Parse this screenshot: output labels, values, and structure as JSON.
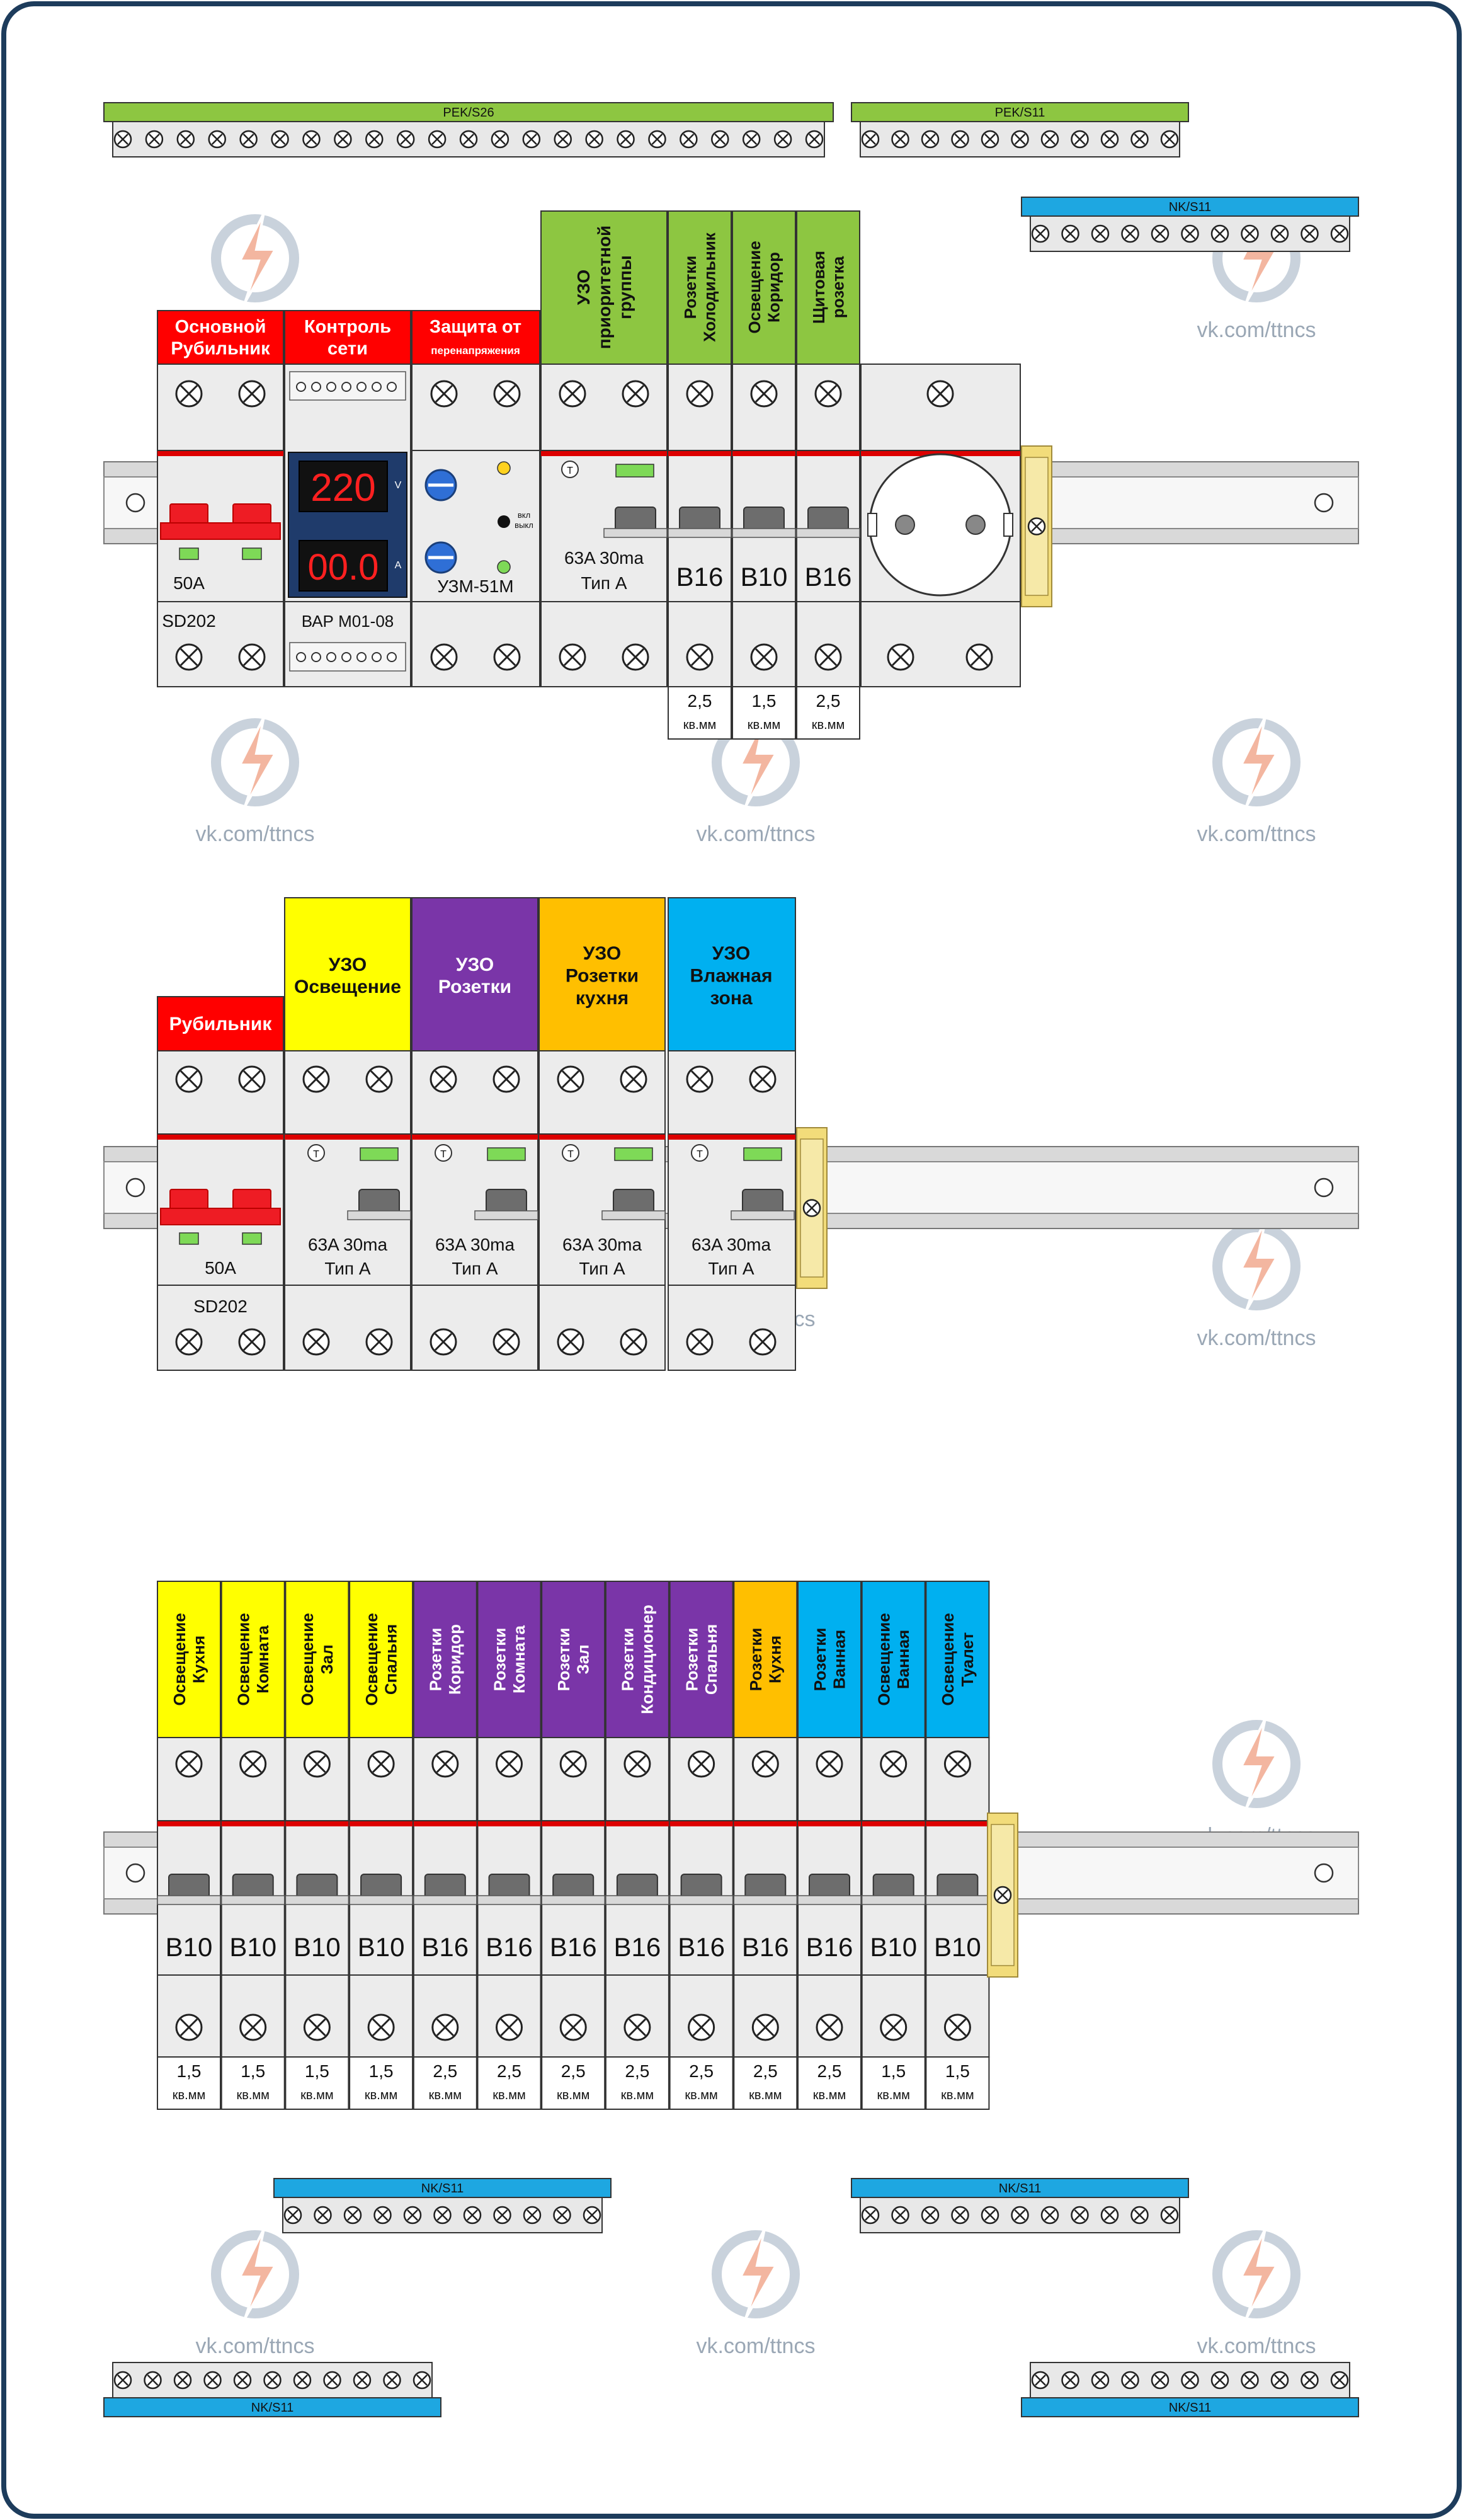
{
  "colors": {
    "pe_bus": "#8dc641",
    "n_bus": "#1ea7e1",
    "red_label": "#ff0000",
    "yellow_label": "#ffff00",
    "purple_label": "#7a35a8",
    "orange_label": "#ffbf00",
    "blue_label": "#00b0f0",
    "green_label": "#8dc641",
    "frame": "#1d3c5c",
    "module_grey": "#ececec",
    "meter_blue": "#1f3b6b",
    "meter_red": "#ff2020",
    "din_rail": "#d9d9d9",
    "end_stop": "#f2dc7a"
  },
  "watermark": {
    "text": "vk.com/ttncs",
    "icon": "lightning-logo-icon"
  },
  "buses": {
    "pe_large": "PEK/S26",
    "pe_small": "PEK/S11",
    "n_label": "NK/S11"
  },
  "panel1": {
    "labels": {
      "main_switch": [
        "Основной",
        "Рубильник"
      ],
      "meter": [
        "Контроль",
        "сети"
      ],
      "protection": [
        "Защита от",
        "перенапряжения"
      ],
      "rcd": [
        "УЗО",
        "приоритетной",
        "группы"
      ],
      "fridge": [
        "Розетки",
        "Холодильник"
      ],
      "corridor": [
        "Освещение",
        "Коридор"
      ],
      "socket": [
        "Щитовая",
        "розетка"
      ]
    },
    "main_switch": {
      "rating": "50A",
      "model": "SD202"
    },
    "meter": {
      "voltage": "220",
      "current": "00.0",
      "unit_v": "V",
      "unit_a": "A",
      "model": "ВАР М01-08"
    },
    "relay": {
      "model": "УЗМ-51М",
      "on": "вкл",
      "off": "выкл"
    },
    "rcd": {
      "test": "T",
      "rating": "63A 30ma",
      "type": "Тип А"
    },
    "breakers": [
      "B16",
      "B10",
      "B16"
    ],
    "wires": [
      [
        "2,5",
        "кв.мм"
      ],
      [
        "1,5",
        "кв.мм"
      ],
      [
        "2,5",
        "кв.мм"
      ]
    ]
  },
  "panel2": {
    "switch_label": "Рубильник",
    "rcd_labels": [
      [
        "УЗО",
        "Освещение"
      ],
      [
        "УЗО",
        "Розетки"
      ],
      [
        "УЗО",
        "Розетки",
        "кухня"
      ],
      [
        "УЗО",
        "Влажная",
        "зона"
      ]
    ],
    "switch": {
      "rating": "50A",
      "model": "SD202"
    },
    "rcd": {
      "test": "T",
      "rating": "63A 30ma",
      "type": "Тип А"
    }
  },
  "panel3": {
    "labels": [
      [
        "Освещение",
        "Кухня"
      ],
      [
        "Освещение",
        "Комната"
      ],
      [
        "Освещение",
        "Зал"
      ],
      [
        "Освещение",
        "Спальня"
      ],
      [
        "Розетки",
        "Коридор"
      ],
      [
        "Розетки",
        "Комната"
      ],
      [
        "Розетки",
        "Зал"
      ],
      [
        "Розетки",
        "Кондиционер"
      ],
      [
        "Розетки",
        "Спальня"
      ],
      [
        "Розетки",
        "Кухня"
      ],
      [
        "Розетки",
        "Ванная"
      ],
      [
        "Освещение",
        "Ванная"
      ],
      [
        "Освещение",
        "Туалет"
      ]
    ],
    "ratings": [
      "B10",
      "B10",
      "B10",
      "B10",
      "B16",
      "B16",
      "B16",
      "B16",
      "B16",
      "B16",
      "B16",
      "B10",
      "B10"
    ],
    "wires": [
      "1,5",
      "1,5",
      "1,5",
      "1,5",
      "2,5",
      "2,5",
      "2,5",
      "2,5",
      "2,5",
      "2,5",
      "2,5",
      "1,5",
      "1,5"
    ],
    "wire_unit": "кв.мм"
  }
}
